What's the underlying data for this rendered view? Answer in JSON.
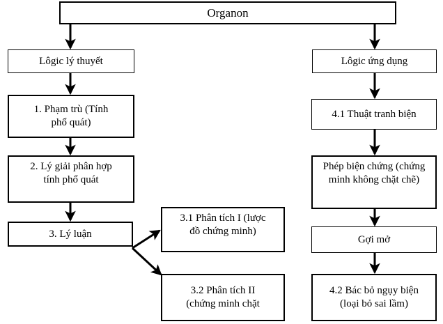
{
  "diagram": {
    "title": "Organon",
    "language": "vi",
    "background_color": "#ffffff",
    "line_color": "#000000",
    "text_color": "#000000",
    "nodes": {
      "root": "Organon",
      "left_branch": "Lôgic lý thuyết",
      "right_branch": "Lôgic ứng dụng",
      "left_1": "1. Phạm trù (Tính\nphổ quát)",
      "left_2": "2. Lý giải phân  hợp\ntính phổ quát",
      "left_3": "3. Lý luận",
      "left_3_1": "3.1 Phân tích I (lược\nđồ chứng minh)",
      "left_3_2": "3.2 Phân tích II\n(chứng minh chặt",
      "right_4_1": "4.1 Thuật tranh biện",
      "right_dialectic": "Phép biện chứng (chứng\nminh không chặt chẽ)",
      "right_heuristic": "Gợi mở",
      "right_4_2": "4.2 Bác bỏ ngụy biện\n(loại bỏ sai lầm)"
    },
    "edges": [
      {
        "name": "root-to-left-branch",
        "from": "root",
        "to": "left_branch",
        "style": "arrow"
      },
      {
        "name": "root-to-right-branch",
        "from": "root",
        "to": "right_branch",
        "style": "arrow"
      },
      {
        "name": "left-branch-to-1",
        "from": "left_branch",
        "to": "left_1",
        "style": "arrow"
      },
      {
        "name": "left-1-to-2",
        "from": "left_1",
        "to": "left_2",
        "style": "arrow"
      },
      {
        "name": "left-2-to-3",
        "from": "left_2",
        "to": "left_3",
        "style": "arrow"
      },
      {
        "name": "left-3-to-3-1",
        "from": "left_3",
        "to": "left_3_1",
        "style": "arrow-diagonal"
      },
      {
        "name": "left-3-to-3-2",
        "from": "left_3",
        "to": "left_3_2",
        "style": "arrow-diagonal"
      },
      {
        "name": "right-branch-to-4-1",
        "from": "right_branch",
        "to": "right_4_1",
        "style": "arrow"
      },
      {
        "name": "right-4-1-to-dialectic",
        "from": "right_4_1",
        "to": "right_dialectic",
        "style": "arrow"
      },
      {
        "name": "right-dialectic-to-heuristic",
        "from": "right_dialectic",
        "to": "right_heuristic",
        "style": "arrow"
      },
      {
        "name": "right-heuristic-to-4-2",
        "from": "right_heuristic",
        "to": "right_4_2",
        "style": "arrow"
      }
    ]
  }
}
